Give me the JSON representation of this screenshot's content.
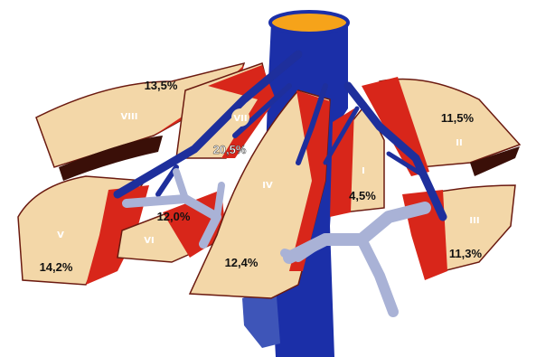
{
  "colors": {
    "parenchyma": "#f3d7a8",
    "cut_surface": "#d8261a",
    "dark_surface": "#3a0f08",
    "vena_cava": "#1b2fa8",
    "portal_vein": "#a9b2d6",
    "hepatic_veins": "#1e2f9c",
    "background": "#ffffff"
  },
  "segments": [
    {
      "id": "I",
      "percent": "4,5%"
    },
    {
      "id": "II",
      "percent": "11,5%"
    },
    {
      "id": "III",
      "percent": "11,3%"
    },
    {
      "id": "IV",
      "percent": "12,4%"
    },
    {
      "id": "V",
      "percent": "14,2%"
    },
    {
      "id": "VI",
      "percent": "12,0%"
    },
    {
      "id": "VII",
      "percent": "20,5%"
    },
    {
      "id": "VIII",
      "percent": "13,5%"
    }
  ]
}
